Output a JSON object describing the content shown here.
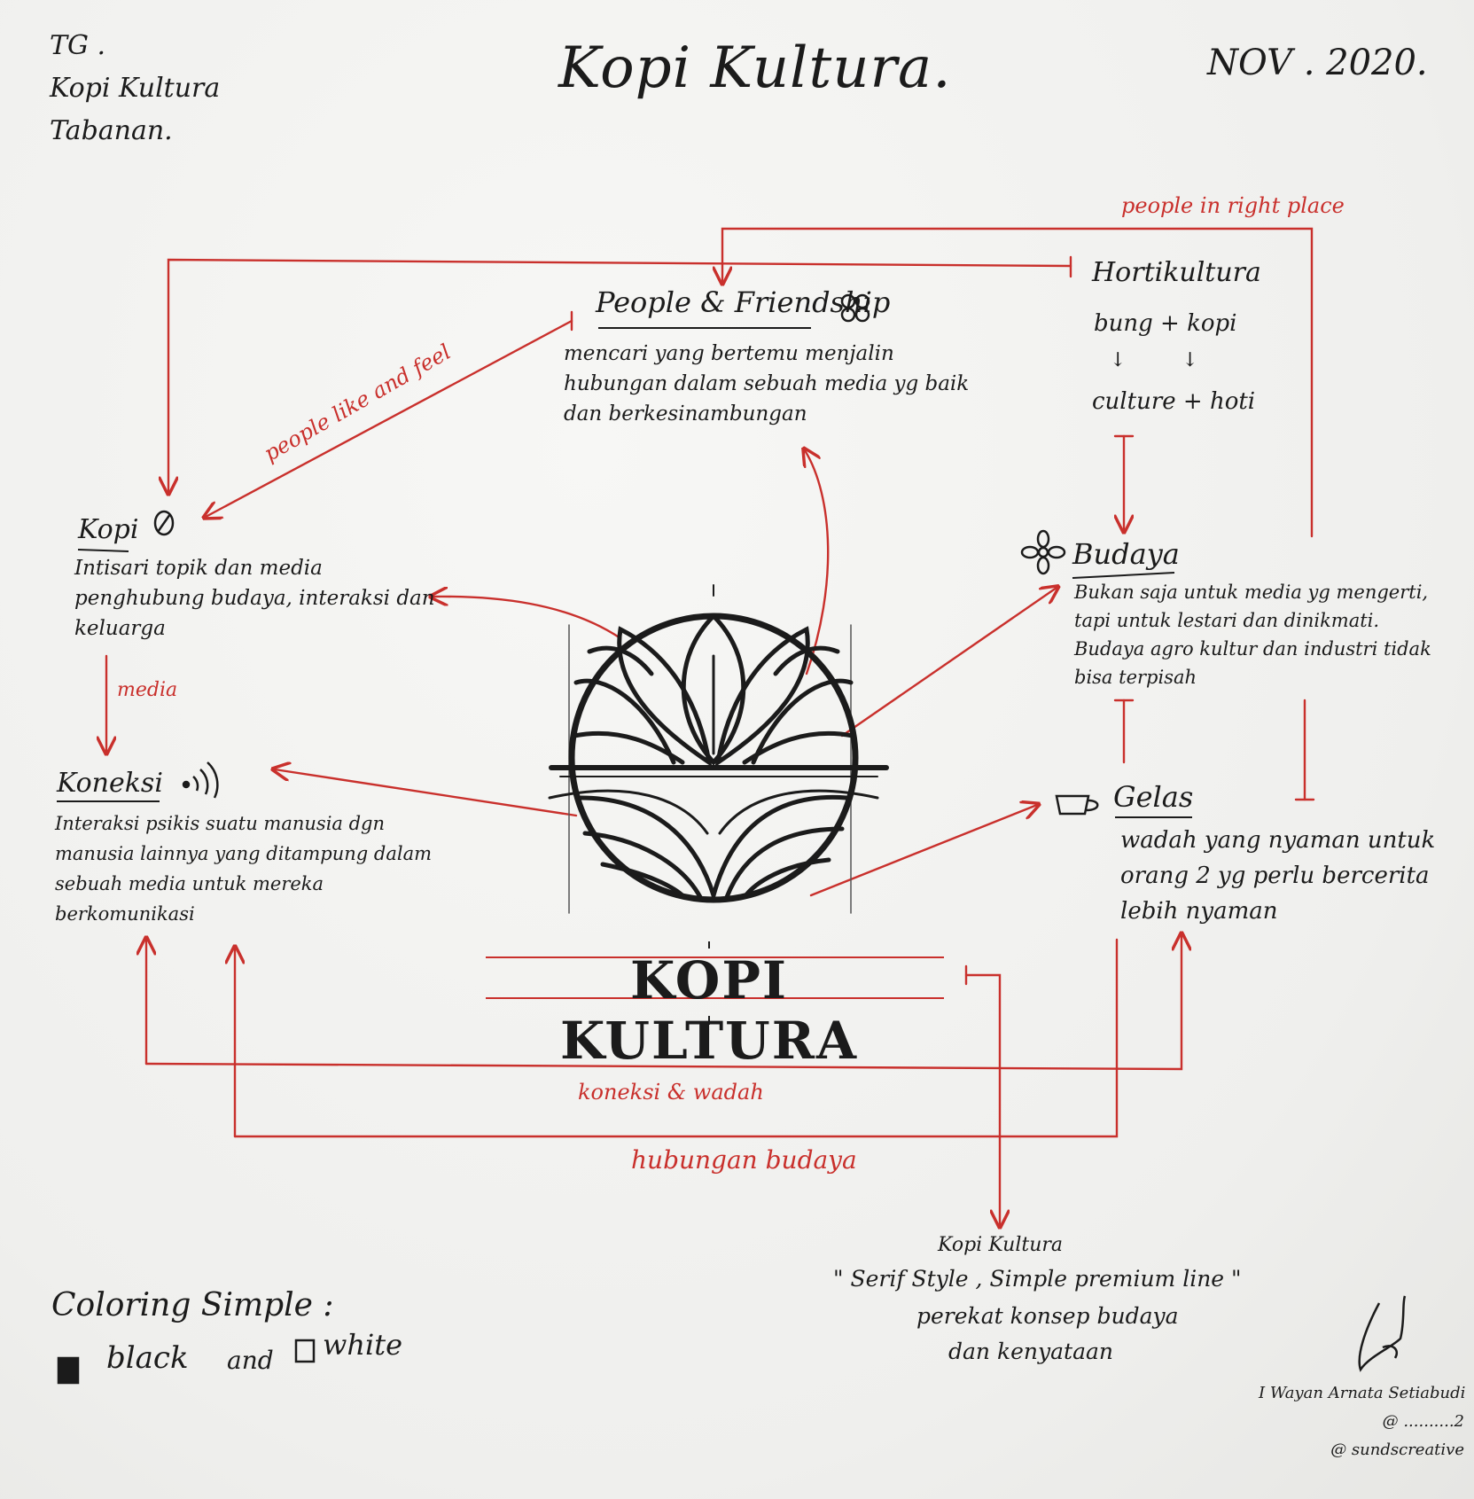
{
  "header": {
    "title": "Kopi Kultura.",
    "date": "NOV . 2020.",
    "top_left": [
      "TG .",
      "Kopi Kultura",
      "Tabanan."
    ]
  },
  "nodes": {
    "people": {
      "title": "People & Friendship",
      "body": "mencari yang bertemu menjalin hubungan dalam sebuah media yg baik dan berkesinambungan"
    },
    "hortikultura": {
      "title": "Hortikultura",
      "lines": [
        "bung + kopi",
        "culture + hoti"
      ]
    },
    "kopi": {
      "title": "Kopi",
      "body": "Intisari topik dan media penghubung budaya, interaksi dan keluarga"
    },
    "budaya": {
      "title": "Budaya",
      "body": "Bukan saja untuk media yg mengerti, tapi untuk lestari dan dinikmati. Budaya agro kultur dan industri tidak bisa terpisah"
    },
    "koneksi": {
      "title": "Koneksi",
      "body": "Interaksi psikis suatu manusia dgn manusia lainnya yang ditampung dalam sebuah media untuk mereka berkomunikasi"
    },
    "gelas": {
      "title": "Gelas",
      "body": "wadah yang nyaman untuk orang 2 yg perlu bercerita lebih nyaman"
    }
  },
  "connector_labels": {
    "people_right_place": "people in right place",
    "people_like_and_feel": "people like and feel",
    "media": "media",
    "koneksi_wadah": "koneksi & wadah",
    "hubungan_budaya": "hubungan budaya"
  },
  "logo": {
    "wordmark": "KOPI KULTURA"
  },
  "footer": {
    "brand_note_title": "Kopi Kultura",
    "brand_note_lines": [
      "\" Serif Style , Simple premium line \"",
      "perekat konsep budaya",
      "dan kenyataan"
    ],
    "coloring_title": "Coloring Simple :",
    "coloring_black": "black",
    "coloring_and": "and",
    "coloring_white": "white"
  },
  "signature": {
    "lines": [
      "I Wayan Arnata Setiabudi",
      "@ ..........2",
      "@ sundscreative"
    ]
  },
  "colors": {
    "ink": "#1b1b1b",
    "red_pen": "#c9302c",
    "paper": "#f3f3f1"
  }
}
